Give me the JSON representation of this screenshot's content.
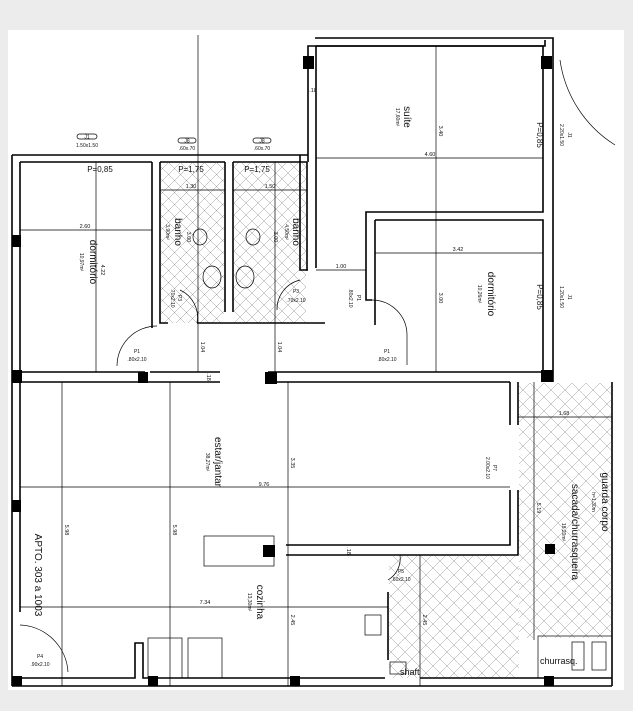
{
  "plan": {
    "apartment_label": "APTO. 303 a 1003",
    "rooms": {
      "dorm1": {
        "name": "dormitório",
        "area": "10,97m²"
      },
      "banho1": {
        "name": "banho",
        "area": "3,90m²"
      },
      "banho2": {
        "name": "banho",
        "area": "4,50m²"
      },
      "suite": {
        "name": "suíte",
        "area": "17,60m²"
      },
      "dorm2": {
        "name": "dormitório",
        "area": "10,26m²"
      },
      "estar": {
        "name": "estar/jantar",
        "area": "38,27m²"
      },
      "cozinha": {
        "name": "cozinha",
        "area": "13,30m²"
      },
      "sacada": {
        "name": "sacada/churrasqueira",
        "area": "18,20m²"
      },
      "guarda": {
        "name": "guarda corpo",
        "area": "h=1,30m"
      },
      "churras": {
        "name": "churrasq."
      },
      "shaft": {
        "name": "shaft"
      }
    },
    "openings": {
      "j1a": {
        "id": "J1",
        "size": "1.50x1.50",
        "sill": "P=0,85"
      },
      "j8a": {
        "id": "J8",
        "size": ".60x.70",
        "sill": "P=1,75"
      },
      "j8b": {
        "id": "J8",
        "size": ".60x.70",
        "sill": "P=1,75"
      },
      "j1b": {
        "id": "J1",
        "size": "2.20x1.50",
        "sill": "P=0,85"
      },
      "j1c": {
        "id": "J1",
        "size": "1.20x1.50",
        "sill": "P=0,85"
      },
      "p3a": {
        "id": "P3",
        "size": ".70x2.10"
      },
      "p3b": {
        "id": "P3",
        "size": ".70x2.10"
      },
      "p1a": {
        "id": "P1",
        "size": ".80x2.10"
      },
      "p1b": {
        "id": "P1",
        "size": ".80x2.10"
      },
      "p1c": {
        "id": "P1",
        "size": ".80x2.10"
      },
      "p7": {
        "id": "P7",
        "size": "2.00x2.10"
      },
      "p5": {
        "id": "P5",
        "size": ".60x2.10"
      },
      "p4": {
        "id": "P4",
        "size": ".90x2.10"
      }
    },
    "dims": {
      "d260": "2.60",
      "d422": "4.22",
      "d130": "1.30",
      "d150": "1.50",
      "d300a": "3.00",
      "d300b": "3.00",
      "d104a": "1.04",
      "d104b": "1.04",
      "d18a": ".18",
      "d18b": ".18",
      "d18c": ".18",
      "d340": "3.40",
      "d460": "4.60",
      "d342": "3.42",
      "d100": "1.00",
      "d300c": "3.00",
      "d335": "3.35",
      "d976": "9.76",
      "d168": "1.68",
      "d519": "5.19",
      "d598a": "5.98",
      "d598b": "5.98",
      "d734": "7.34",
      "d245a": "2.45",
      "d245b": "2.45"
    }
  }
}
